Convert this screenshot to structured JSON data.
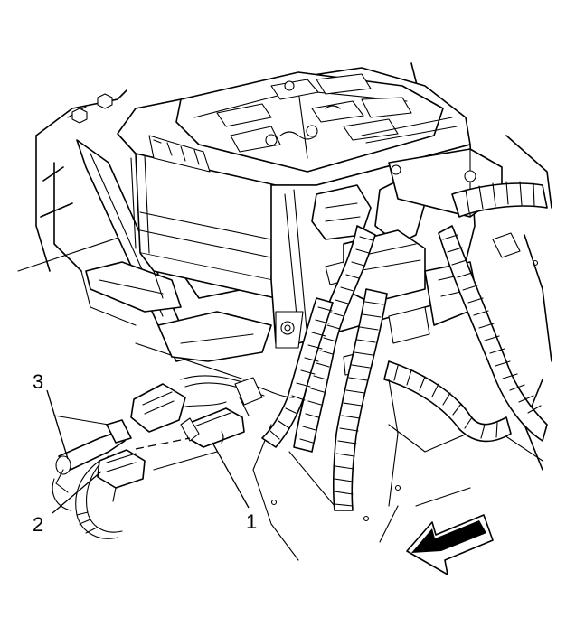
{
  "callouts": [
    {
      "label": "1"
    },
    {
      "label": "2"
    },
    {
      "label": "3"
    }
  ],
  "icons": {
    "direction_arrow": "front-direction-arrow-icon"
  },
  "colors": {
    "line": "#000000",
    "background": "#ffffff"
  }
}
